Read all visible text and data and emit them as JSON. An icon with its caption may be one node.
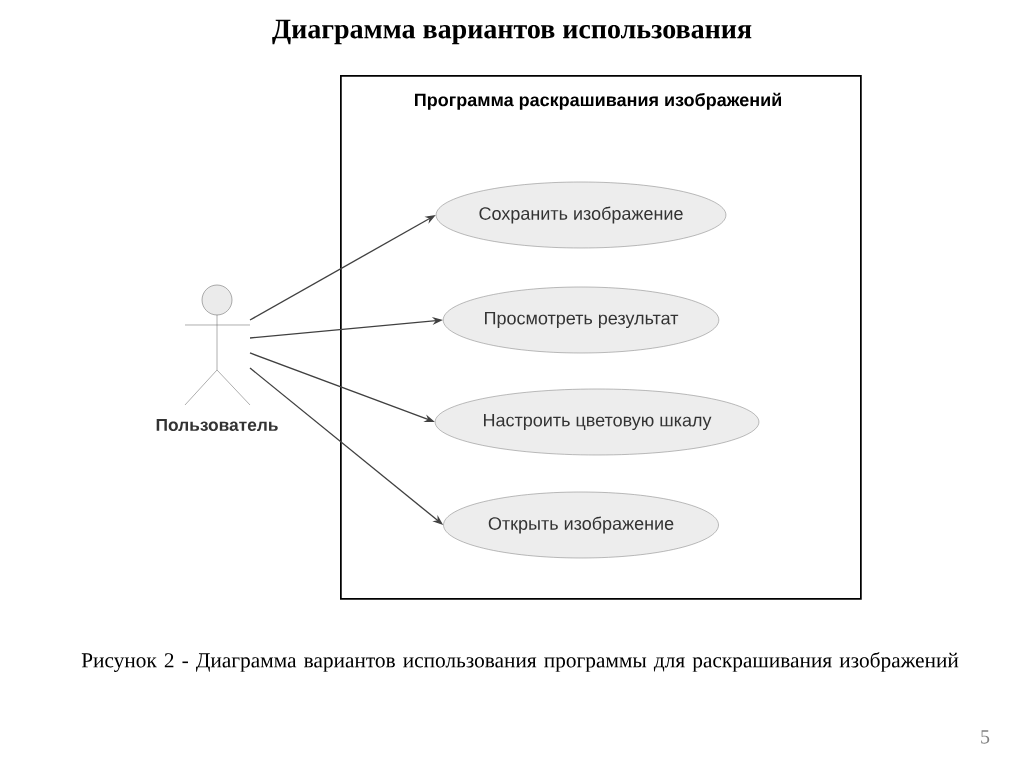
{
  "diagram": {
    "title": "Диаграмма вариантов использования",
    "caption": "Рисунок 2 -  Диаграмма вариантов использования программы для раскрашивания изображений",
    "nodes": [
      {
        "text": [
          "Программа раскрашивания изображений"
        ]
      },
      {
        "text": [
          "Пользователь"
        ]
      },
      {
        "text": [
          "Сохранить изображение"
        ],
        "in": 0
      },
      {
        "text": [
          "Просмотреть результат"
        ],
        "in": 0
      },
      {
        "text": [
          "Настроить цветовую шкалу"
        ],
        "in": 0
      },
      {
        "text": [
          "Открыть изображение"
        ],
        "in": 0
      }
    ],
    "edges": [
      {
        "from": 1,
        "to": 2,
        "arrow": "to"
      },
      {
        "from": 1,
        "to": 3,
        "arrow": "to"
      },
      {
        "from": 1,
        "to": 4,
        "arrow": "to"
      },
      {
        "from": 1,
        "to": 5,
        "arrow": "to"
      }
    ],
    "labels": [
      "5"
    ]
  }
}
